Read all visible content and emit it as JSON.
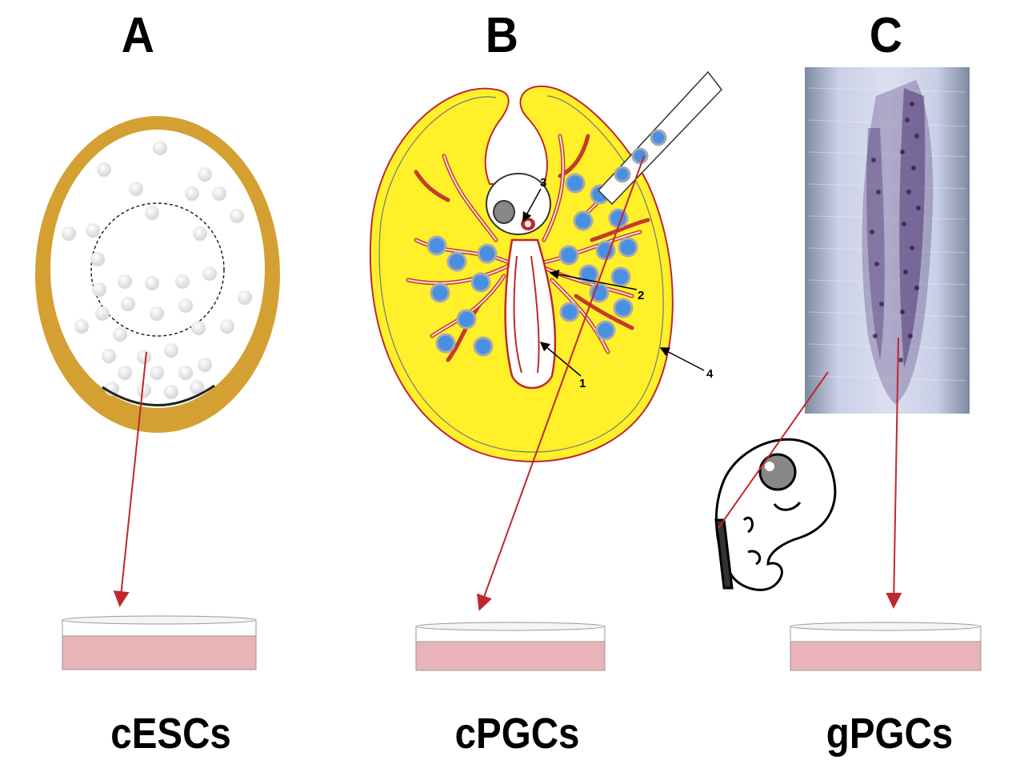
{
  "panels": [
    {
      "letter": "A",
      "caption": "cESCs"
    },
    {
      "letter": "B",
      "caption": "cPGCs"
    },
    {
      "letter": "C",
      "caption": "gPGCs"
    }
  ],
  "callouts": [
    "1",
    "2",
    "3",
    "4"
  ],
  "colors": {
    "egg_shell": "#D4A032",
    "yolk": "#FFF02A",
    "cell_blue": "#4A90E2",
    "arrow_red": "#C0272D",
    "dish_media": "#E8B4B8",
    "stain": "#3A2060"
  }
}
